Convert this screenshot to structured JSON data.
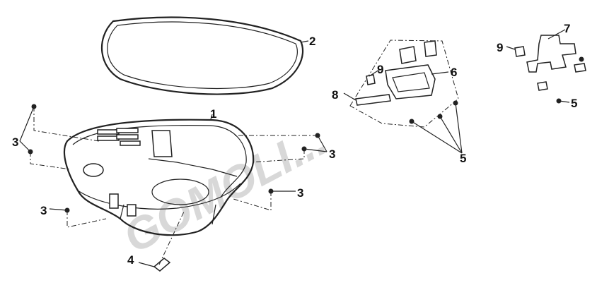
{
  "watermark": "GOMOLI...",
  "callouts": {
    "c1": "1",
    "c2": "2",
    "c3a": "3",
    "c3b": "3",
    "c3c": "3",
    "c3d": "3",
    "c4": "4",
    "c5a": "5",
    "c5b": "5",
    "c6": "6",
    "c7": "7",
    "c8": "8",
    "c9a": "9",
    "c9b": "9"
  }
}
